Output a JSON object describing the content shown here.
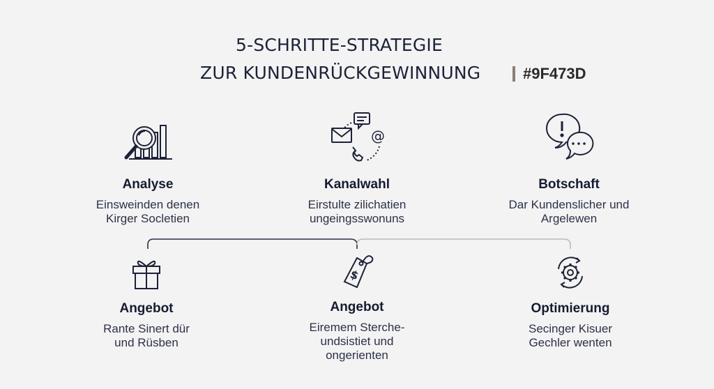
{
  "title": {
    "line1": "5-SCHRITTE-STRATEGIE",
    "line2": "ZUR KUNDENRÜCKGEWINNUNG"
  },
  "color_tag": "#9F473D",
  "steps": [
    {
      "heading": "Analyse",
      "desc1": "Einsweinden denen",
      "desc2": "Kirger Socletien",
      "desc3": "",
      "icon": "magnifier-bar-chart-icon"
    },
    {
      "heading": "Kanalwahl",
      "desc1": "Eirstulte zilichatien",
      "desc2": "ungeingsswonuns",
      "desc3": "",
      "icon": "mail-chat-phone-icon"
    },
    {
      "heading": "Botschaft",
      "desc1": "Dar Kundenslicher und",
      "desc2": "Argelewen",
      "desc3": "",
      "icon": "speech-bubbles-icon"
    },
    {
      "heading": "Angebot",
      "desc1": "Rante Sinert dür",
      "desc2": "und Rüsben",
      "desc3": "",
      "icon": "gift-icon"
    },
    {
      "heading": "Angebot",
      "desc1": "Eiremem Sterche-",
      "desc2": "undsistiet und",
      "desc3": "ongerienten",
      "icon": "price-tag-icon"
    },
    {
      "heading": "Optimierung",
      "desc1": "Secinger Kisuer",
      "desc2": "Gechler wenten",
      "desc3": "",
      "icon": "gear-cycle-icon"
    }
  ],
  "colors": {
    "text": "#1c2238",
    "line_dark": "#2a3048",
    "line_light": "#b9b9bd",
    "background": "#f3f3f3"
  }
}
